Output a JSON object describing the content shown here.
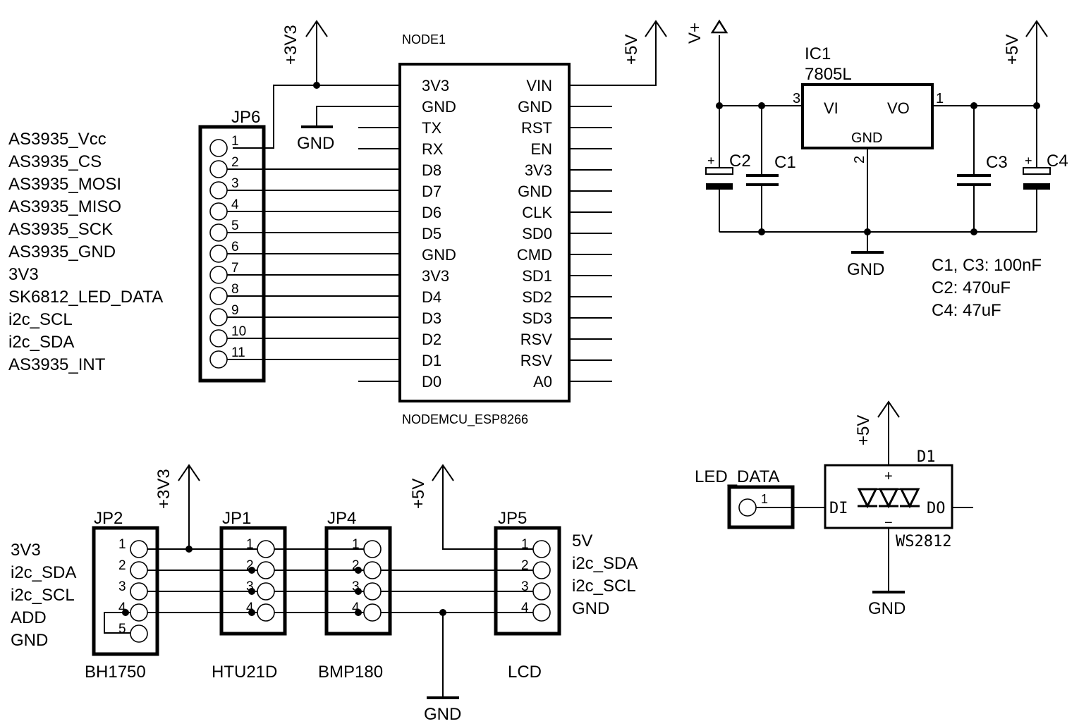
{
  "jp6": {
    "name": "JP6",
    "pins": [
      "1",
      "2",
      "3",
      "4",
      "5",
      "6",
      "7",
      "8",
      "9",
      "10",
      "11"
    ],
    "labels": [
      "AS3935_Vcc",
      "AS3935_CS",
      "AS3935_MOSI",
      "AS3935_MISO",
      "AS3935_SCK",
      "AS3935_GND",
      "3V3",
      "SK6812_LED_DATA",
      "i2c_SCL",
      "i2c_SDA",
      "AS3935_INT"
    ]
  },
  "node1": {
    "name": "NODE1",
    "value": "NODEMCU_ESP8266",
    "left_pins": [
      "3V3",
      "GND",
      "TX",
      "RX",
      "D8",
      "D7",
      "D6",
      "D5",
      "GND",
      "3V3",
      "D4",
      "D3",
      "D2",
      "D1",
      "D0"
    ],
    "right_pins": [
      "VIN",
      "GND",
      "RST",
      "EN",
      "3V3",
      "GND",
      "CLK",
      "SD0",
      "CMD",
      "SD1",
      "SD2",
      "SD3",
      "RSV",
      "RSV",
      "A0"
    ]
  },
  "power": {
    "p3v3": "+3V3",
    "p5v": "+5V",
    "vplus": "V+",
    "gnd": "GND"
  },
  "regulator": {
    "name": "IC1",
    "value": "7805L",
    "vi": "VI",
    "vo": "VO",
    "gnd": "GND",
    "pin_vi": "3",
    "pin_vo": "1",
    "pin_gnd": "2",
    "caps": [
      "C2",
      "C1",
      "C3",
      "C4"
    ],
    "plus": "+",
    "notes": [
      "C1, C3: 100nF",
      "C2: 470uF",
      "C4: 47uF"
    ]
  },
  "led": {
    "connector_label": "LED_DATA",
    "connector_pin": "1",
    "name": "D1",
    "value": "WS2812",
    "di": "DI",
    "do": "DO",
    "plus": "+",
    "minus": "−"
  },
  "bus": {
    "jp2": {
      "name": "JP2",
      "sub": "BH1750",
      "pins": [
        "1",
        "2",
        "3",
        "4",
        "5"
      ],
      "labels": [
        "3V3",
        "i2c_SDA",
        "i2c_SCL",
        "ADD",
        "GND"
      ]
    },
    "jp1": {
      "name": "JP1",
      "sub": "HTU21D",
      "pins": [
        "1",
        "2",
        "3",
        "4"
      ]
    },
    "jp4": {
      "name": "JP4",
      "sub": "BMP180",
      "pins": [
        "1",
        "2",
        "3",
        "4"
      ]
    },
    "jp5": {
      "name": "JP5",
      "sub": "LCD",
      "pins": [
        "1",
        "2",
        "3",
        "4"
      ],
      "labels": [
        "5V",
        "i2c_SDA",
        "i2c_SCL",
        "GND"
      ]
    }
  }
}
